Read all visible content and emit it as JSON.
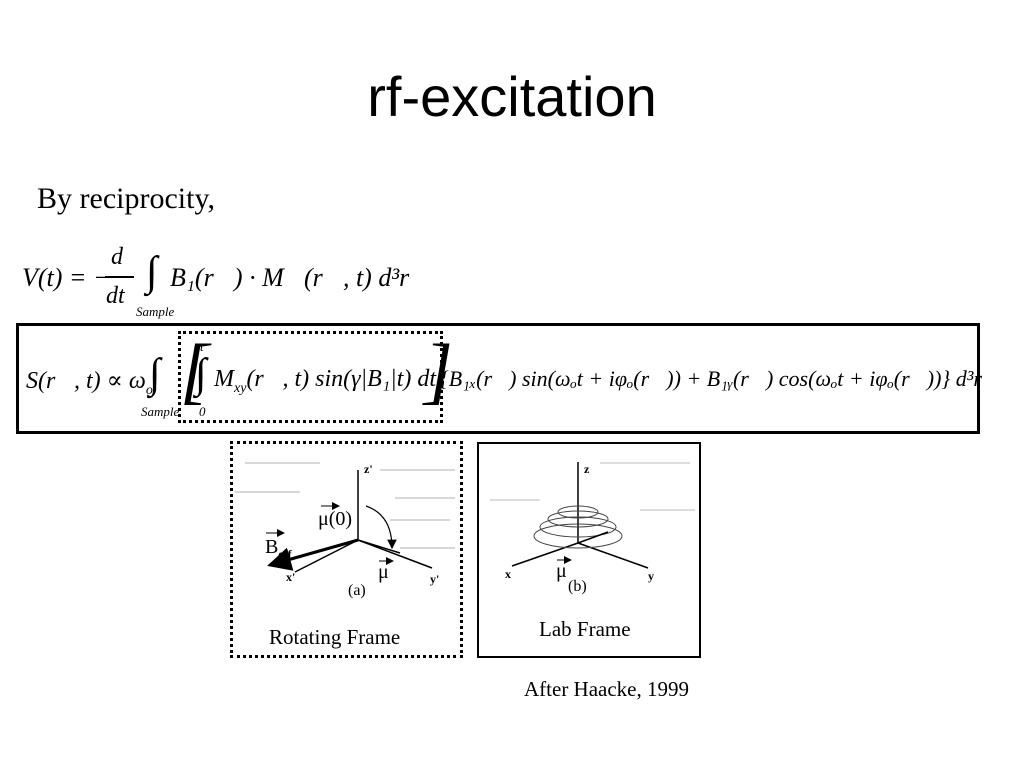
{
  "slide": {
    "title": "rf-excitation",
    "intro": "By reciprocity,"
  },
  "equation_1": {
    "lhs": "V(t) = −",
    "frac_num": "d",
    "frac_den": "dt",
    "integrand": "B₁(r⃗) · M⃗(r⃗, t)  d³r",
    "subscript": "Sample"
  },
  "equation_2": {
    "lhs": "S(r⃗, t) ∝ ω",
    "lhs_sub": "o",
    "outer_subscript": "Sample",
    "inner_upper": "t",
    "inner_lower": "0",
    "inner_integrand": "M",
    "inner_integrand_sub": "xy",
    "inner_rest": "(r⃗, t) sin(γ|B₁|t) dt",
    "factor": "{B₁ₓ(r⃗) sin(ωₒt + iφₒ(r⃗)) + B₁ᵧ(r⃗) cos(ωₒt + iφₒ(r⃗))} d³r"
  },
  "figure_a": {
    "axis_z": "z'",
    "axis_x": "x'",
    "axis_y": "y'",
    "mu0": "μ(0)",
    "beff": "B",
    "beff_sub": "eff",
    "mu": "μ",
    "label": "(a)",
    "caption": "Rotating Frame"
  },
  "figure_b": {
    "axis_z": "z",
    "axis_x": "x",
    "axis_y": "y",
    "mu": "μ",
    "label": "(b)",
    "caption": "Lab Frame"
  },
  "credit": "After Haacke, 1999"
}
